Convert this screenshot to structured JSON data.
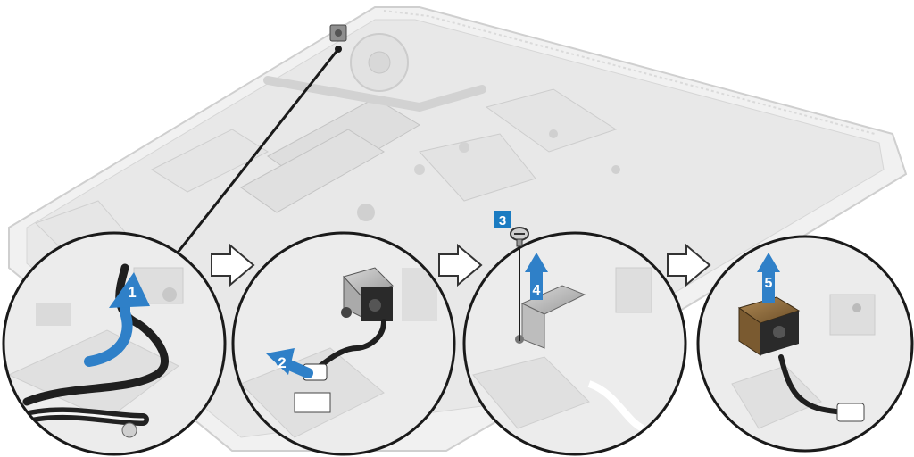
{
  "diagram": {
    "steps": [
      {
        "number": "1",
        "action": "lift-arrow"
      },
      {
        "number": "2",
        "action": "pull-arrow"
      },
      {
        "number": "3",
        "action": "screw-callout"
      },
      {
        "number": "4",
        "action": "lift-arrow"
      },
      {
        "number": "5",
        "action": "lift-arrow"
      }
    ],
    "colors": {
      "step_badge": "#1a7bc1",
      "arrow_blue": "#2f80c8",
      "arrow_blue_light": "#5aa6e0",
      "chassis": "#eeeeee",
      "chassis_edge": "#c8c8c8",
      "inset_border": "#1a1a1a",
      "flow_arrow": "#333333",
      "bracket_metal": "#b9b9b9",
      "jack_copper": "#8a6a3c"
    },
    "icons": [
      "right-arrow-icon",
      "screw-icon",
      "dc-in-port-icon",
      "cable-icon"
    ]
  }
}
